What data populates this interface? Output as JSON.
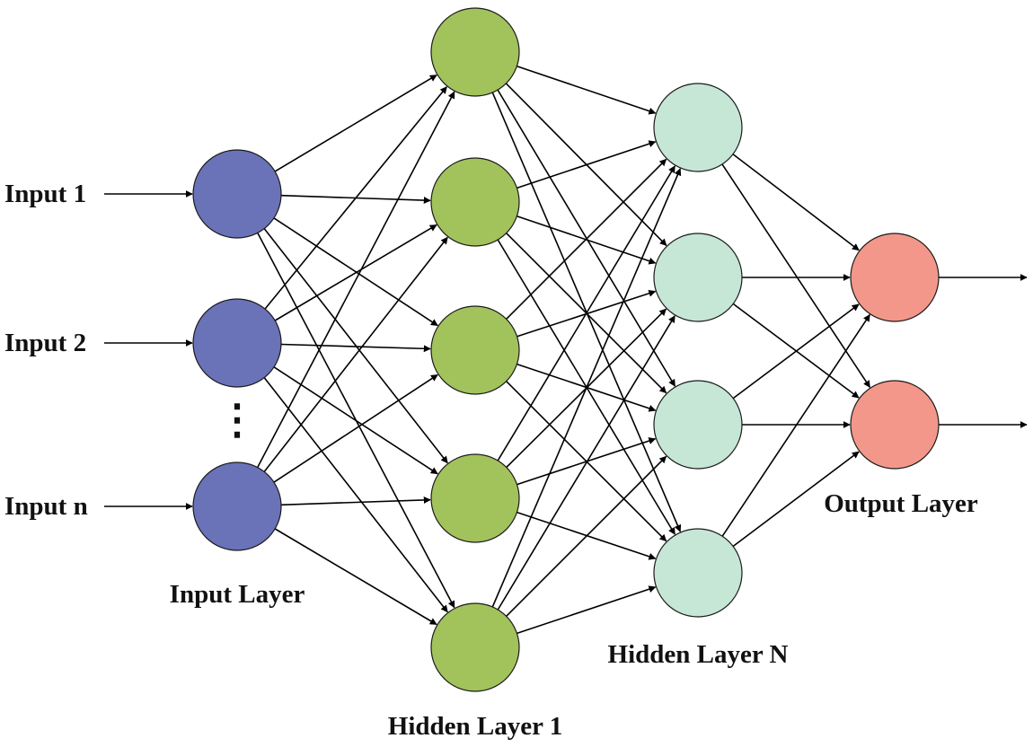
{
  "inputs": [
    {
      "label": "Input 1"
    },
    {
      "label": "Input 2"
    },
    {
      "label": "Input n"
    }
  ],
  "ellipsis": "⋮",
  "layers": {
    "input": {
      "label": "Input Layer",
      "color": "#6a72b8"
    },
    "hidden1": {
      "label": "Hidden Layer 1",
      "color": "#a2c25c"
    },
    "hiddenN": {
      "label": "Hidden Layer N",
      "color": "#c6e6d6"
    },
    "output": {
      "label": "Output Layer",
      "color": "#f2978a"
    }
  },
  "edge_color": "#000000"
}
